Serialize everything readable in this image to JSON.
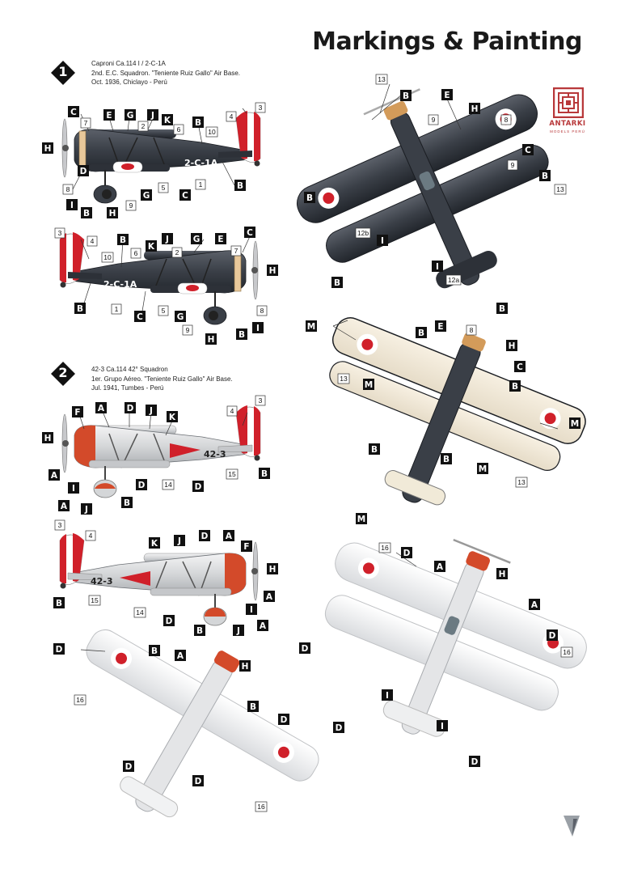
{
  "page": {
    "title": "Markings & Painting",
    "brand_name": "ANTARKI",
    "brand_sub": "MODELS PERÚ",
    "accent_color": "#b8383a"
  },
  "profiles": [
    {
      "number": "1",
      "caption": [
        "Caproni Ca.114 I / 2-C-1A",
        "2nd. E.C. Squadron. \"Teniente Ruiz Gallo\" Air Base.",
        "Oct. 1936, Chiclayo - Perú"
      ],
      "registration": "2-C-1A",
      "color": "#3a3f47"
    },
    {
      "number": "2",
      "caption": [
        "42-3 Ca.114 42° Squadron",
        "1er. Grupo Aéreo. \"Teniente Ruiz Gallo\" Air Base.",
        "Jul. 1941, Tumbes - Perú"
      ],
      "registration": "42-3",
      "color": "#d9dadc"
    }
  ],
  "labels": {
    "A": "A",
    "B": "B",
    "C": "C",
    "D": "D",
    "E": "E",
    "F": "F",
    "G": "G",
    "H": "H",
    "I": "I",
    "J": "J",
    "K": "K",
    "M": "M"
  },
  "numbers": {
    "n1": "1",
    "n2": "2",
    "n3": "3",
    "n4": "4",
    "n5": "5",
    "n6": "6",
    "n7": "7",
    "n8": "8",
    "n9": "9",
    "n10": "10",
    "n12a": "12a",
    "n12b": "12b",
    "n13": "13",
    "n14": "14",
    "n15": "15",
    "n16": "16"
  }
}
